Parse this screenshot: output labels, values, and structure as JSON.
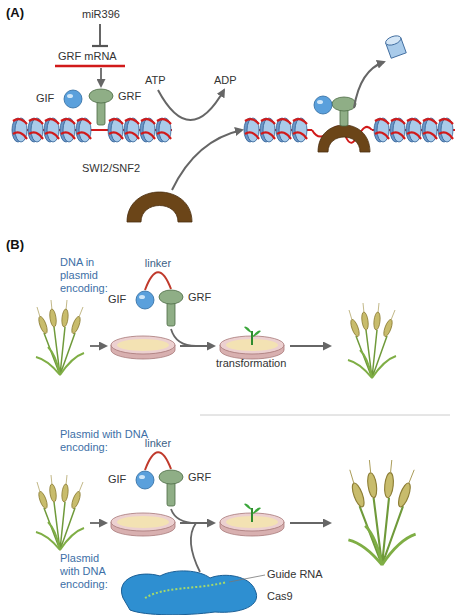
{
  "diagram": {
    "nodes": [
      {
        "text": [
          "GIF"
        ]
      },
      {
        "text": [
          "GRF"
        ]
      },
      {
        "text": [
          "SWI2/SNF2"
        ]
      },
      {
        "text": [
          "GIF"
        ]
      },
      {
        "text": [
          "GRF"
        ]
      },
      {
        "text": [
          "GIF"
        ]
      },
      {
        "text": [
          "GRF"
        ]
      },
      {
        "text": [
          "Guide RNA",
          "Cas9"
        ]
      }
    ],
    "edges": [
      {
        "from": 3,
        "to": 4,
        "arrow": "none",
        "label": "linker"
      },
      {
        "from": 5,
        "to": 6,
        "arrow": "none",
        "label": "linker"
      }
    ],
    "labels": [
      "(A)",
      "miR396",
      "GRF mRNA",
      "ATP",
      "ADP",
      "(B)",
      "DNA in plasmid encoding:",
      "transformation",
      "Plasmid with DNA encoding:",
      "Plasmid with DNA encoding:"
    ]
  }
}
